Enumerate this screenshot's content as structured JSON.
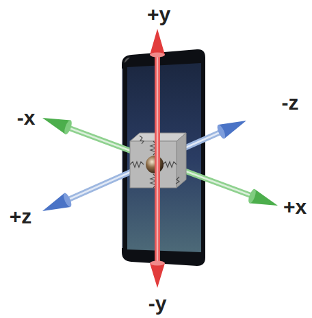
{
  "diagram": {
    "labels": [
      "+y",
      "-x",
      "-z",
      "+z",
      "+x",
      "-y"
    ]
  }
}
